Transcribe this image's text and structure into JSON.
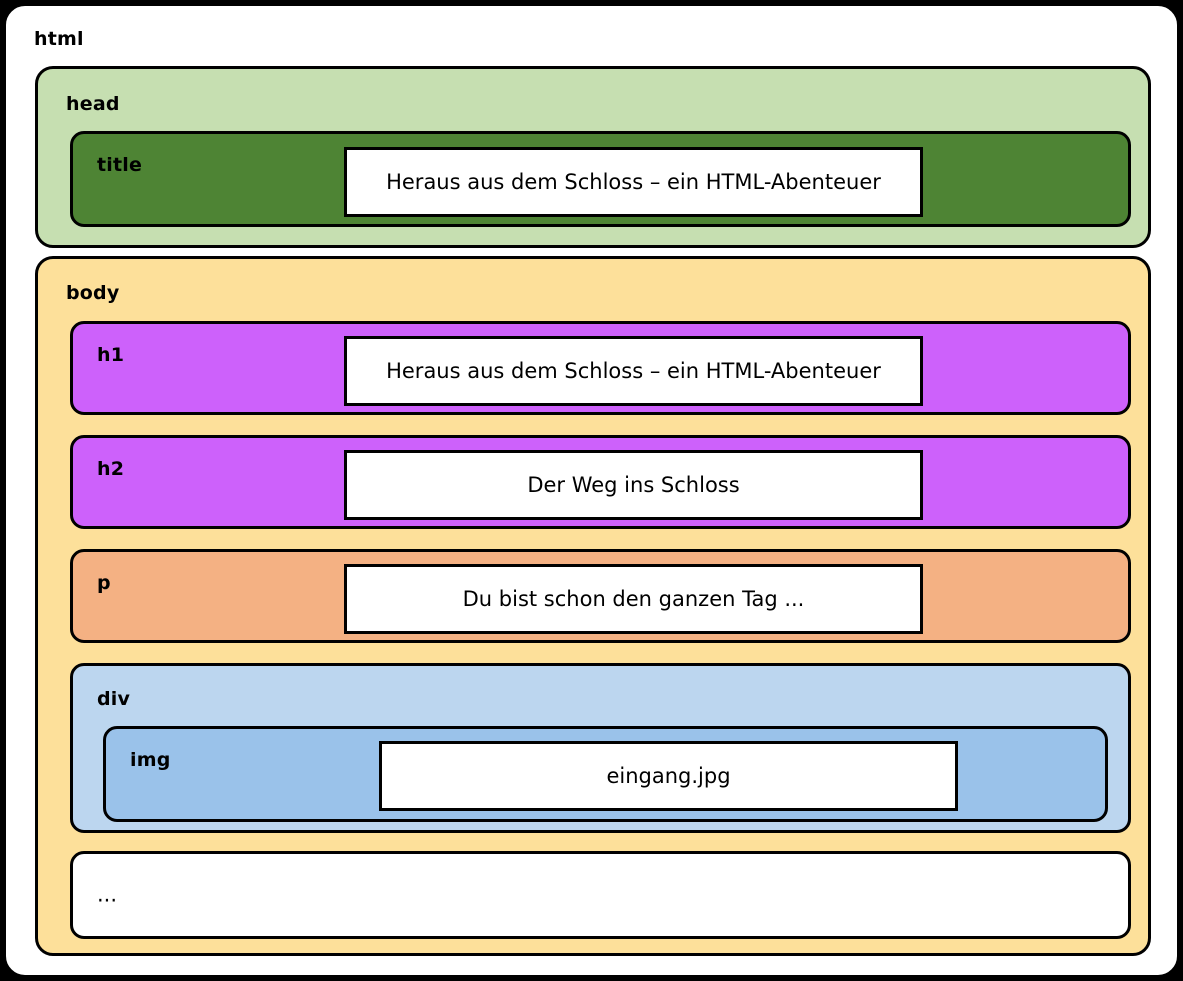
{
  "diagram": {
    "type": "html-dom-nesting-diagram",
    "page_background": "#000000",
    "root": {
      "tag_label": "html",
      "color": "#ffffff",
      "children": [
        {
          "tag_label": "head",
          "color": "#c6dfb1",
          "children": [
            {
              "tag_label": "title",
              "color": "#4e8434",
              "content": "Heraus aus dem Schloss – ein HTML-Abenteuer"
            }
          ]
        },
        {
          "tag_label": "body",
          "color": "#fde09a",
          "children": [
            {
              "tag_label": "h1",
              "color": "#cd61fb",
              "content": "Heraus aus dem Schloss – ein HTML-Abenteuer"
            },
            {
              "tag_label": "h2",
              "color": "#cd61fb",
              "content": "Der Weg ins Schloss"
            },
            {
              "tag_label": "p",
              "color": "#f4b183",
              "content": "Du bist schon den ganzen Tag ..."
            },
            {
              "tag_label": "div",
              "color": "#bcd6ef",
              "children": [
                {
                  "tag_label": "img",
                  "color": "#9ac2ea",
                  "content": "eingang.jpg"
                }
              ]
            },
            {
              "tag_label": "",
              "color": "#ffffff",
              "content": "..."
            }
          ]
        }
      ]
    }
  },
  "labels": {
    "html": "html",
    "head": "head",
    "title": "title",
    "body": "body",
    "h1": "h1",
    "h2": "h2",
    "p": "p",
    "div": "div",
    "img": "img"
  },
  "contents": {
    "title": "Heraus aus dem Schloss – ein HTML-Abenteuer",
    "h1": "Heraus aus dem Schloss – ein HTML-Abenteuer",
    "h2": "Der Weg ins Schloss",
    "p": "Du bist schon den ganzen Tag ...",
    "img": "eingang.jpg",
    "ellipsis": "..."
  }
}
